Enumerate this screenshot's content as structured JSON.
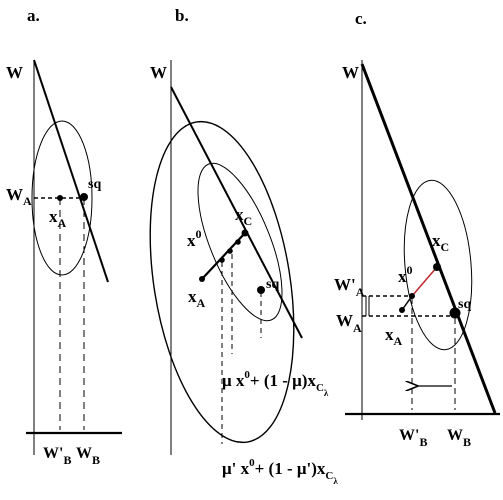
{
  "panels": {
    "a": {
      "tag": "a.",
      "w": "W",
      "wa": "W",
      "wa_sub": "A",
      "xa": "x",
      "xa_sub": "A",
      "sq": "sq",
      "wb_prime": "W'",
      "wb_prime_sub": "B",
      "wb": "W",
      "wb_sub": "B"
    },
    "b": {
      "tag": "b.",
      "w": "W",
      "x0": "x",
      "x0_sup": "0",
      "xc": "x",
      "xc_sub": "C",
      "xa": "x",
      "xa_sub": "A",
      "sq": "sq",
      "mu_mu": "μ",
      "mu_x": " x",
      "mu_sup": "0",
      "mu_rest": "+ (1 - μ)",
      "mu_x2": "x",
      "mu_sub": "C",
      "mu_subsub": "λ",
      "mup_mu": "μ'",
      "mup_x": " x",
      "mup_sup": "0",
      "mup_rest": "+ (1 - μ')",
      "mup_x2": "x",
      "mup_sub": "C",
      "mup_subsub": "λ"
    },
    "c": {
      "tag": "c.",
      "w": "W",
      "xc": "x",
      "xc_sub": "C",
      "x0": "x",
      "x0_sup": "0",
      "sq": "sq",
      "wa_prime": "W'",
      "wa_prime_sub": "A",
      "wa": "W",
      "wa_sub": "A",
      "xa": "x",
      "xa_sub": "A",
      "wb_prime": "W'",
      "wb_prime_sub": "B",
      "wb": "W",
      "wb_sub": "B"
    }
  },
  "colors": {
    "ink": "#000000",
    "segment_red": "#c0282d"
  }
}
